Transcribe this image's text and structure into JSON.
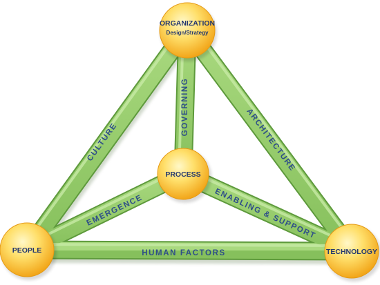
{
  "nodes": {
    "organization": {
      "title": "ORGANIZATION",
      "subtitle": "Design/Strategy"
    },
    "process": {
      "title": "PROCESS"
    },
    "people": {
      "title": "PEOPLE"
    },
    "technology": {
      "title": "TECHNOLOGY"
    }
  },
  "edges": {
    "culture": "CULTURE",
    "governing": "GOVERNING",
    "architecture": "ARCHITECTURE",
    "emergence": "EMERGENCE",
    "enabling_support": "ENABLING & SUPPORT",
    "human_factors": "HUMAN FACTORS"
  },
  "colors": {
    "bar_fill": "#8cc563",
    "bar_edge": "#5e9a3c",
    "sphere_light": "#fff6b8",
    "sphere_mid": "#ffd95a",
    "sphere_dark": "#f0a81c",
    "text": "#2f4f88"
  }
}
